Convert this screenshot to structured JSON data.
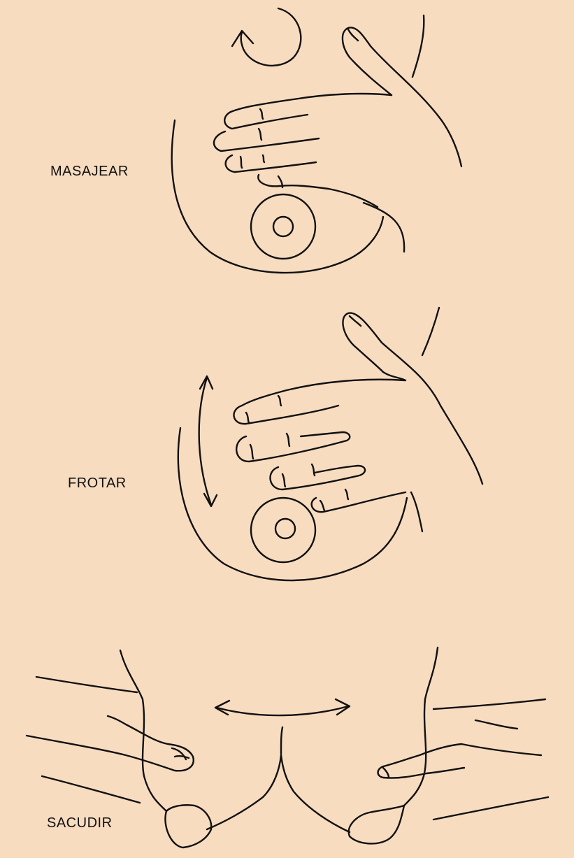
{
  "panels": [
    {
      "label": "MASAJEAR",
      "motion": "circular"
    },
    {
      "label": "FROTAR",
      "motion": "up-down"
    },
    {
      "label": "SACUDIR",
      "motion": "side-to-side"
    }
  ],
  "colors": {
    "background": "#f8dcc0",
    "ink": "#111111"
  }
}
